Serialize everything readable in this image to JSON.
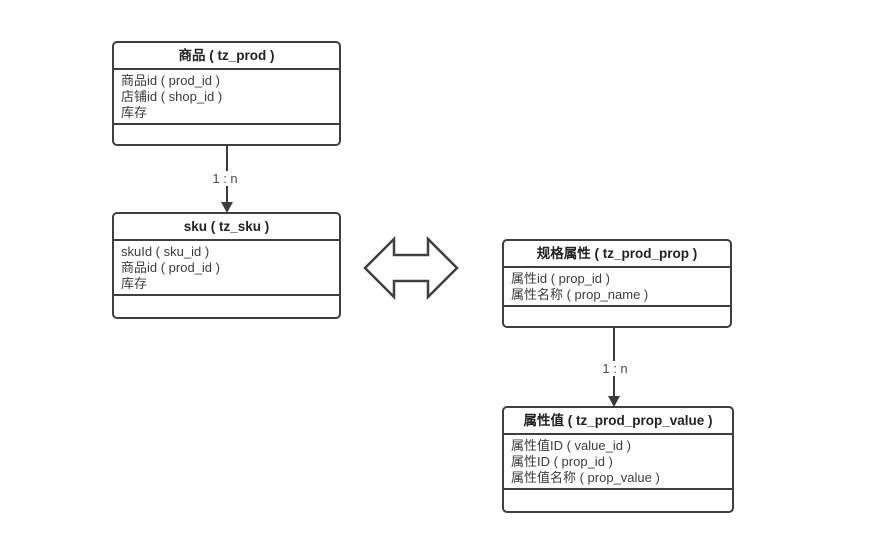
{
  "diagram": {
    "background_color": "#ffffff",
    "line_color": "#3f3f3f",
    "text_color": "#3c3c3c",
    "entities": [
      {
        "id": "prod",
        "title": "商品 ( tz_prod )",
        "fields": [
          "商品id ( prod_id )",
          "店铺id ( shop_id )",
          "库存"
        ]
      },
      {
        "id": "sku",
        "title": "sku ( tz_sku )",
        "fields": [
          "skuId ( sku_id )",
          "商品id ( prod_id )",
          "库存"
        ]
      },
      {
        "id": "prod_prop",
        "title": "规格属性 ( tz_prod_prop )",
        "fields": [
          "属性id ( prop_id )",
          "属性名称 ( prop_name )"
        ]
      },
      {
        "id": "prod_prop_value",
        "title": "属性值 ( tz_prod_prop_value )",
        "fields": [
          "属性值ID ( value_id )",
          "属性ID ( prop_id )",
          "属性值名称 ( prop_value )"
        ]
      }
    ],
    "connectors": [
      {
        "from": "prod",
        "to": "sku",
        "label": "1 : n"
      },
      {
        "from": "prod_prop",
        "to": "prod_prop_value",
        "label": "1 : n"
      }
    ],
    "double_arrow": {
      "between": [
        "sku",
        "prod_prop"
      ],
      "meaning": "bidirectional-relation"
    }
  }
}
